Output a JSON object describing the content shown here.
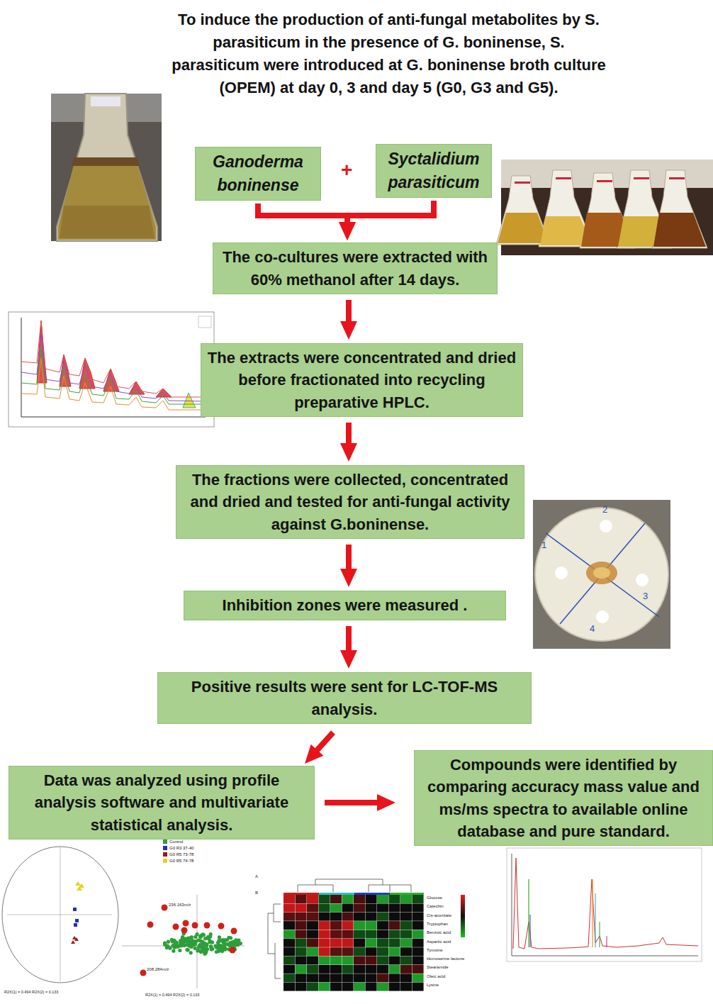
{
  "diagram": {
    "title": "To induce the production of anti-fungal metabolites by S. parasiticum in the presence of G. boninense, S. parasiticum were introduced at G. boninense broth culture (OPEM) at day 0, 3 and day 5 (G0, G3 and G5).",
    "nodes": [
      {
        "text": [
          "Ganoderma boninense"
        ]
      },
      {
        "text": [
          "Syctalidium parasiticum"
        ]
      },
      {
        "text": [
          "The co-cultures were extracted with 60% methanol after 14 days."
        ]
      },
      {
        "text": [
          "The extracts were concentrated and dried before fractionated into recycling preparative HPLC."
        ]
      },
      {
        "text": [
          "The fractions were collected, concentrated and dried and tested for anti-fungal activity against G.boninense."
        ]
      },
      {
        "text": [
          "Inhibition zones were measured ."
        ]
      },
      {
        "text": [
          "Positive results were sent for LC-TOF-MS analysis."
        ]
      },
      {
        "text": [
          "Data was analyzed using profile analysis software and multivariate statistical analysis."
        ]
      },
      {
        "text": [
          "Compounds were identified by comparing accuracy mass value and ms/ms spectra to available online database and pure standard."
        ]
      }
    ],
    "edges": [
      {
        "from": 0,
        "to": 2,
        "arrow": "to"
      },
      {
        "from": 1,
        "to": 2,
        "arrow": "to"
      },
      {
        "from": 2,
        "to": 3,
        "arrow": "to"
      },
      {
        "from": 3,
        "to": 4,
        "arrow": "to"
      },
      {
        "from": 4,
        "to": 5,
        "arrow": "to"
      },
      {
        "from": 5,
        "to": 6,
        "arrow": "to"
      },
      {
        "from": 6,
        "to": 7,
        "arrow": "to"
      },
      {
        "from": 7,
        "to": 8,
        "arrow": "to"
      }
    ],
    "labels": [
      "+",
      "1",
      "2",
      "3",
      "4",
      "236.163m/z",
      "208.284m/z",
      "R2X(1) = 0.494 R2X(2) = 0.133",
      "R2X(1) = 0.494 R2X(2) = 0.133",
      "A",
      "B",
      "Glucose",
      "Catechin",
      "Cis-aconitate",
      "Tryptophan",
      "Benzoic acid",
      "Aspartic acid",
      "Tyrosine",
      "Homoserine lactone",
      "Stearamide",
      "Oleic acid",
      "Lysine"
    ],
    "legend": [
      {
        "text": "Control",
        "color": "#2e9e3a"
      },
      {
        "text": "G0 R3 37-40",
        "color": "#2233aa"
      },
      {
        "text": "G0 R5 73-78",
        "color": "#9b1b1b"
      },
      {
        "text": "G0 R5 74-78",
        "color": "#e8d020"
      }
    ]
  }
}
